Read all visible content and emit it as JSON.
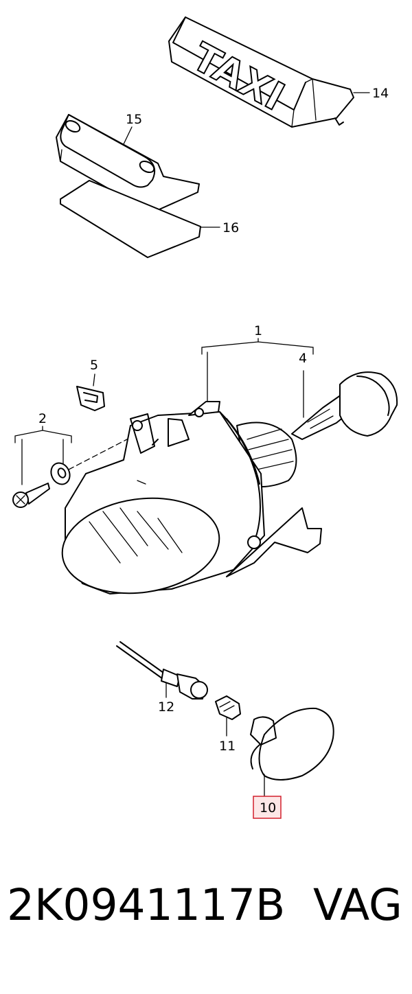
{
  "callouts": {
    "c14": "14",
    "c15": "15",
    "c16": "16",
    "c1": "1",
    "c4": "4",
    "c5": "5",
    "c2": "2",
    "c12": "12",
    "c11": "11",
    "c10": "10"
  },
  "taxi_sign_text": "TAXI",
  "highlighted_callout": "10",
  "highlight_color": "#d21f2b",
  "footer": {
    "part_number": "2K0941117B",
    "brand": "VAG"
  }
}
